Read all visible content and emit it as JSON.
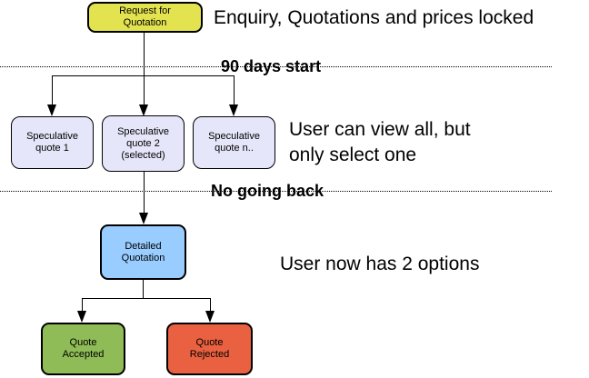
{
  "colors": {
    "request_fill": "#E3E350",
    "speculative_fill": "#E6E6FA",
    "detailed_fill": "#99CCFF",
    "accepted_fill": "#8FBC57",
    "rejected_fill": "#E96140",
    "line_color": "#000000"
  },
  "nodes": {
    "request_for_quotation": {
      "lines": [
        "Request for",
        "Quotation"
      ]
    },
    "speculative_quote_1": {
      "lines": [
        "Speculative",
        "quote 1"
      ]
    },
    "speculative_quote_2": {
      "lines": [
        "Speculative",
        "quote 2",
        "(selected)"
      ]
    },
    "speculative_quote_n": {
      "lines": [
        "Speculative",
        "quote n.."
      ]
    },
    "detailed_quotation": {
      "lines": [
        "Detailed",
        "Quotation"
      ]
    },
    "quote_accepted": {
      "lines": [
        "Quote",
        "Accepted"
      ]
    },
    "quote_rejected": {
      "lines": [
        "Quote",
        "Rejected"
      ]
    }
  },
  "annotations": {
    "top": "Enquiry, Quotations and prices locked",
    "middle_line1": "User can view all, but",
    "middle_line2": "only select one",
    "bottom": "User now has 2 options"
  },
  "gates": {
    "gate1": "90 days start",
    "gate2": "No going back"
  }
}
